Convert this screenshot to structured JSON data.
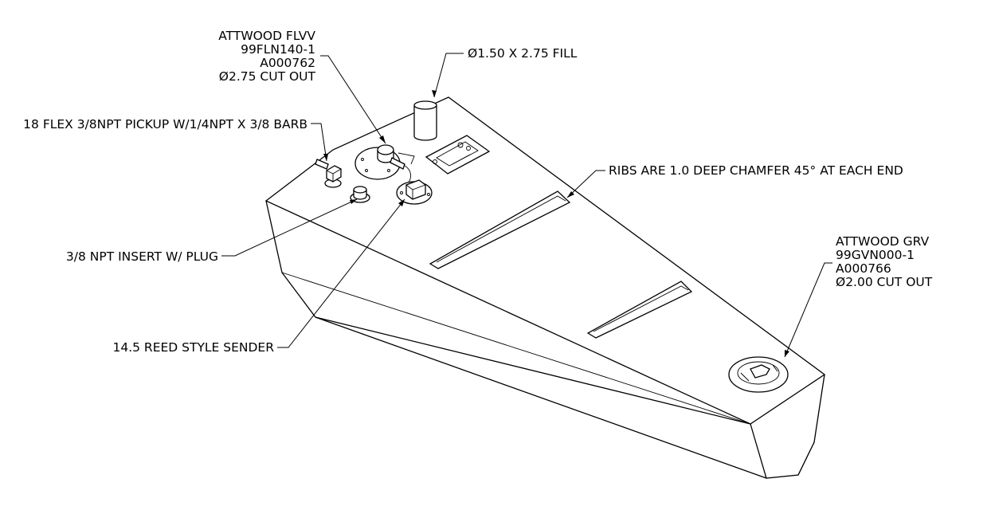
{
  "callouts": {
    "flvv": {
      "line1": "ATTWOOD FLVV",
      "line2": "99FLN140-1",
      "line3": "A000762",
      "line4": "Ø2.75 CUT OUT"
    },
    "fill": "Ø1.50 X 2.75 FILL",
    "pickup": "18 FLEX 3/8NPT  PICKUP W/1/4NPT X 3/8 BARB",
    "ribs": "RIBS ARE 1.0 DEEP CHAMFER 45° AT EACH END",
    "grv": {
      "line1": "ATTWOOD GRV",
      "line2": "99GVN000-1",
      "line3": "A000766",
      "line4": "Ø2.00 CUT OUT"
    },
    "insert": "3/8 NPT INSERT W/ PLUG",
    "sender": "14.5 REED STYLE SENDER"
  }
}
